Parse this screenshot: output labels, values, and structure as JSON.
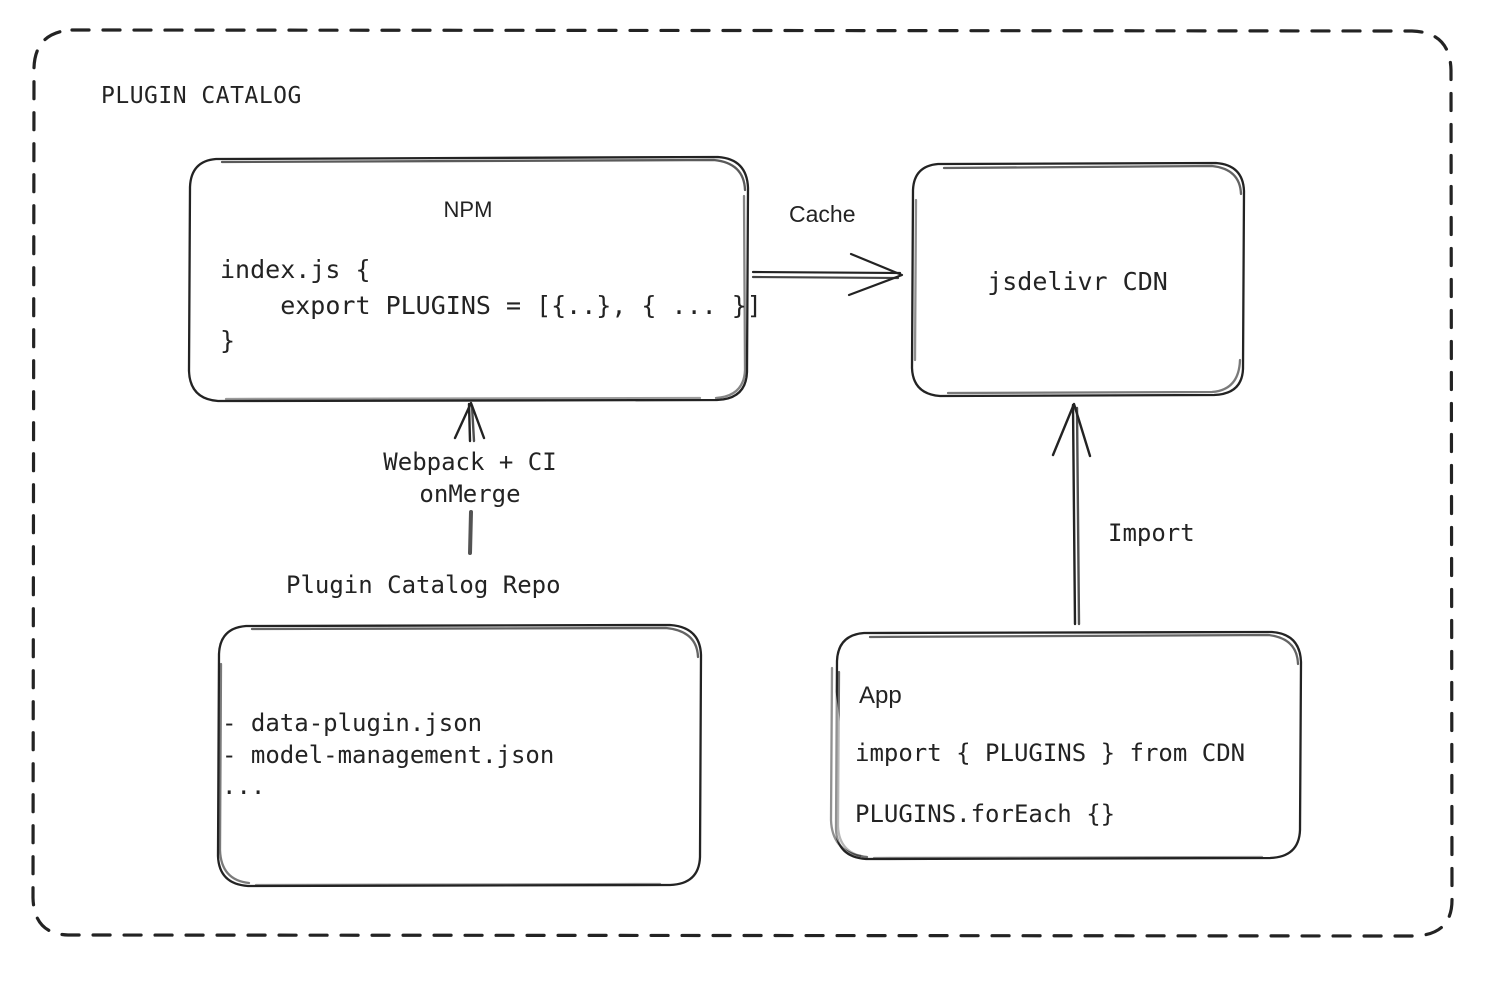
{
  "diagram": {
    "title": "PLUGIN CATALOG",
    "stroke_color": "#232323",
    "background_color": "#ffffff",
    "style": "hand-drawn-sketch"
  },
  "nodes": {
    "npm": {
      "title": "NPM",
      "code": "index.js {\n    export PLUGINS = [{..}, { ... }]\n}"
    },
    "cdn": {
      "label": "jsdelivr CDN"
    },
    "repo": {
      "caption": "Plugin Catalog Repo",
      "files": "- data-plugin.json\n- model-management.json\n..."
    },
    "app": {
      "title": "App",
      "import_line": "import { PLUGINS } from CDN",
      "foreach_line": "PLUGINS.forEach {}"
    }
  },
  "edges": {
    "cache": {
      "label": "Cache",
      "from": "npm",
      "to": "cdn",
      "direction": "right"
    },
    "build": {
      "label": "Webpack + CI\nonMerge",
      "from": "repo",
      "to": "npm",
      "direction": "up"
    },
    "import": {
      "label": "Import",
      "from": "app",
      "to": "cdn",
      "direction": "up"
    }
  }
}
